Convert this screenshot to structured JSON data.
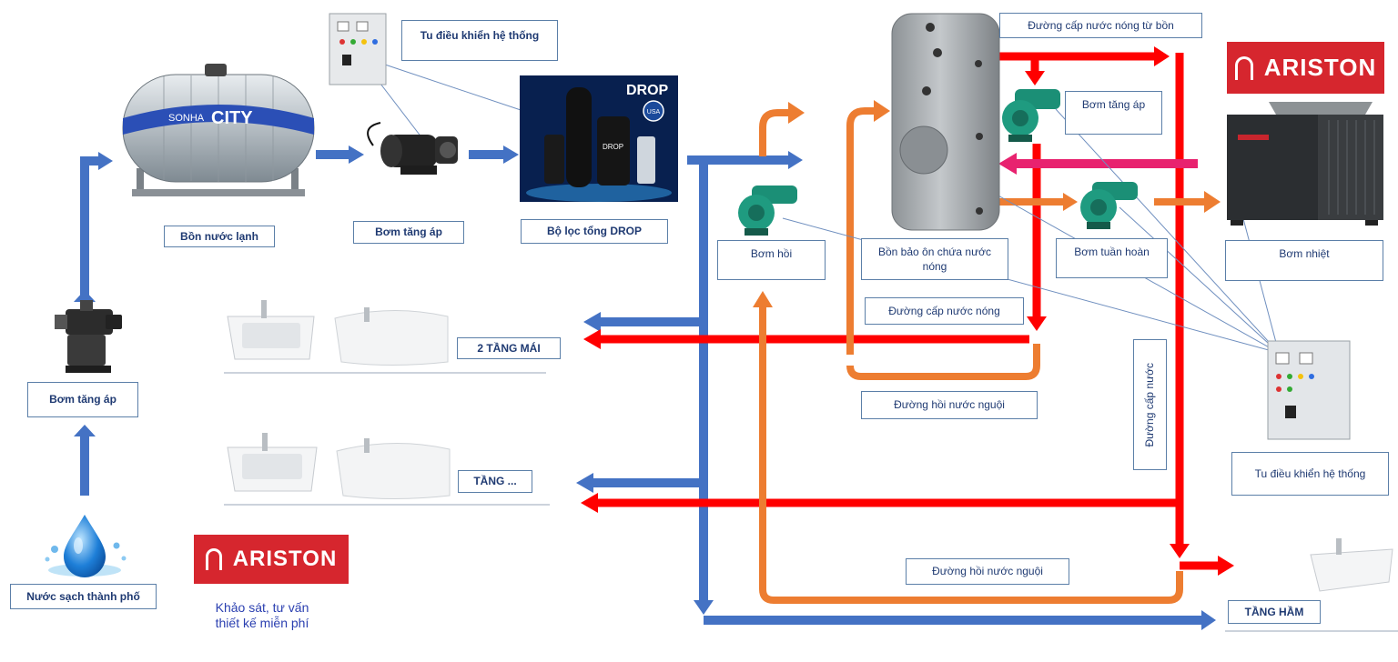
{
  "colors": {
    "cold": "#4472c4",
    "hot": "#ff0000",
    "return": "#ed7d31",
    "magenta": "#e8226f",
    "pump": "#1f9b80",
    "brand": "#d6262e"
  },
  "labels": {
    "city_water": "Nước sạch thành phố",
    "booster_pump_left": "Bơm tăng áp",
    "cold_tank": "Bồn nước lạnh",
    "booster_pump_mid": "Bơm tăng áp",
    "drop_filter": "Bộ lọc tổng DROP",
    "control_cabinet_top": "Tu điều khiển hệ thống",
    "return_pump": "Bơm hồi",
    "storage_tank": "Bồn bảo ôn chứa nước nóng",
    "hot_supply_from_tank": "Đường cấp nước nóng từ bồn",
    "booster_pump_right": "Bơm tăng áp",
    "circulation_pump": "Bơm tuần hoàn",
    "heat_pump": "Bơm nhiệt",
    "hot_supply_line": "Đường cấp nước nóng",
    "cold_return_line_1": "Đường hồi nước nguội",
    "cold_return_line_2": "Đường hồi nước nguội",
    "water_supply_line": "Đường cấp nước",
    "control_cabinet_right": "Tu điều khiển hệ thống",
    "floor_roof": "2 TẦNG MÁI",
    "floor_middle": "TẦNG ...",
    "floor_basement": "TẦNG HẦM"
  },
  "brand": {
    "ariston_top": "ARISTON",
    "ariston_bottom": "ARISTON",
    "tank_brand": "CITY",
    "tank_maker": "SONHA",
    "drop_logo": "DROP",
    "drop_badge": "USA"
  },
  "promo": {
    "line1": "Khảo sát, tư vấn",
    "line2": "thiết kế miễn phí"
  }
}
